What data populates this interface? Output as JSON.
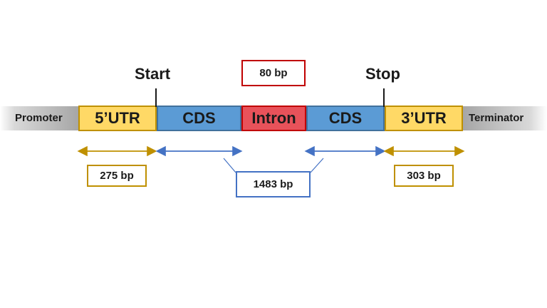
{
  "regions": {
    "promoter": "Promoter",
    "utr5": "5’UTR",
    "cds1": "CDS",
    "intron": "Intron",
    "cds2": "CDS",
    "utr3": "3’UTR",
    "terminator": "Terminator"
  },
  "markers": {
    "start": "Start",
    "stop": "Stop"
  },
  "lengths": {
    "intron": "80 bp",
    "utr5": "275 bp",
    "cds": "1483 bp",
    "utr3": "303 bp"
  },
  "colors": {
    "utr_fill": "#ffd966",
    "utr_border": "#bf9000",
    "cds_fill": "#5b9bd5",
    "cds_border": "#41719c",
    "intron_fill": "#e8525a",
    "intron_border": "#c00000",
    "cds_arrow": "#4472c4",
    "utr_arrow": "#bf9000",
    "flank_gray": "#a6a6a6"
  }
}
